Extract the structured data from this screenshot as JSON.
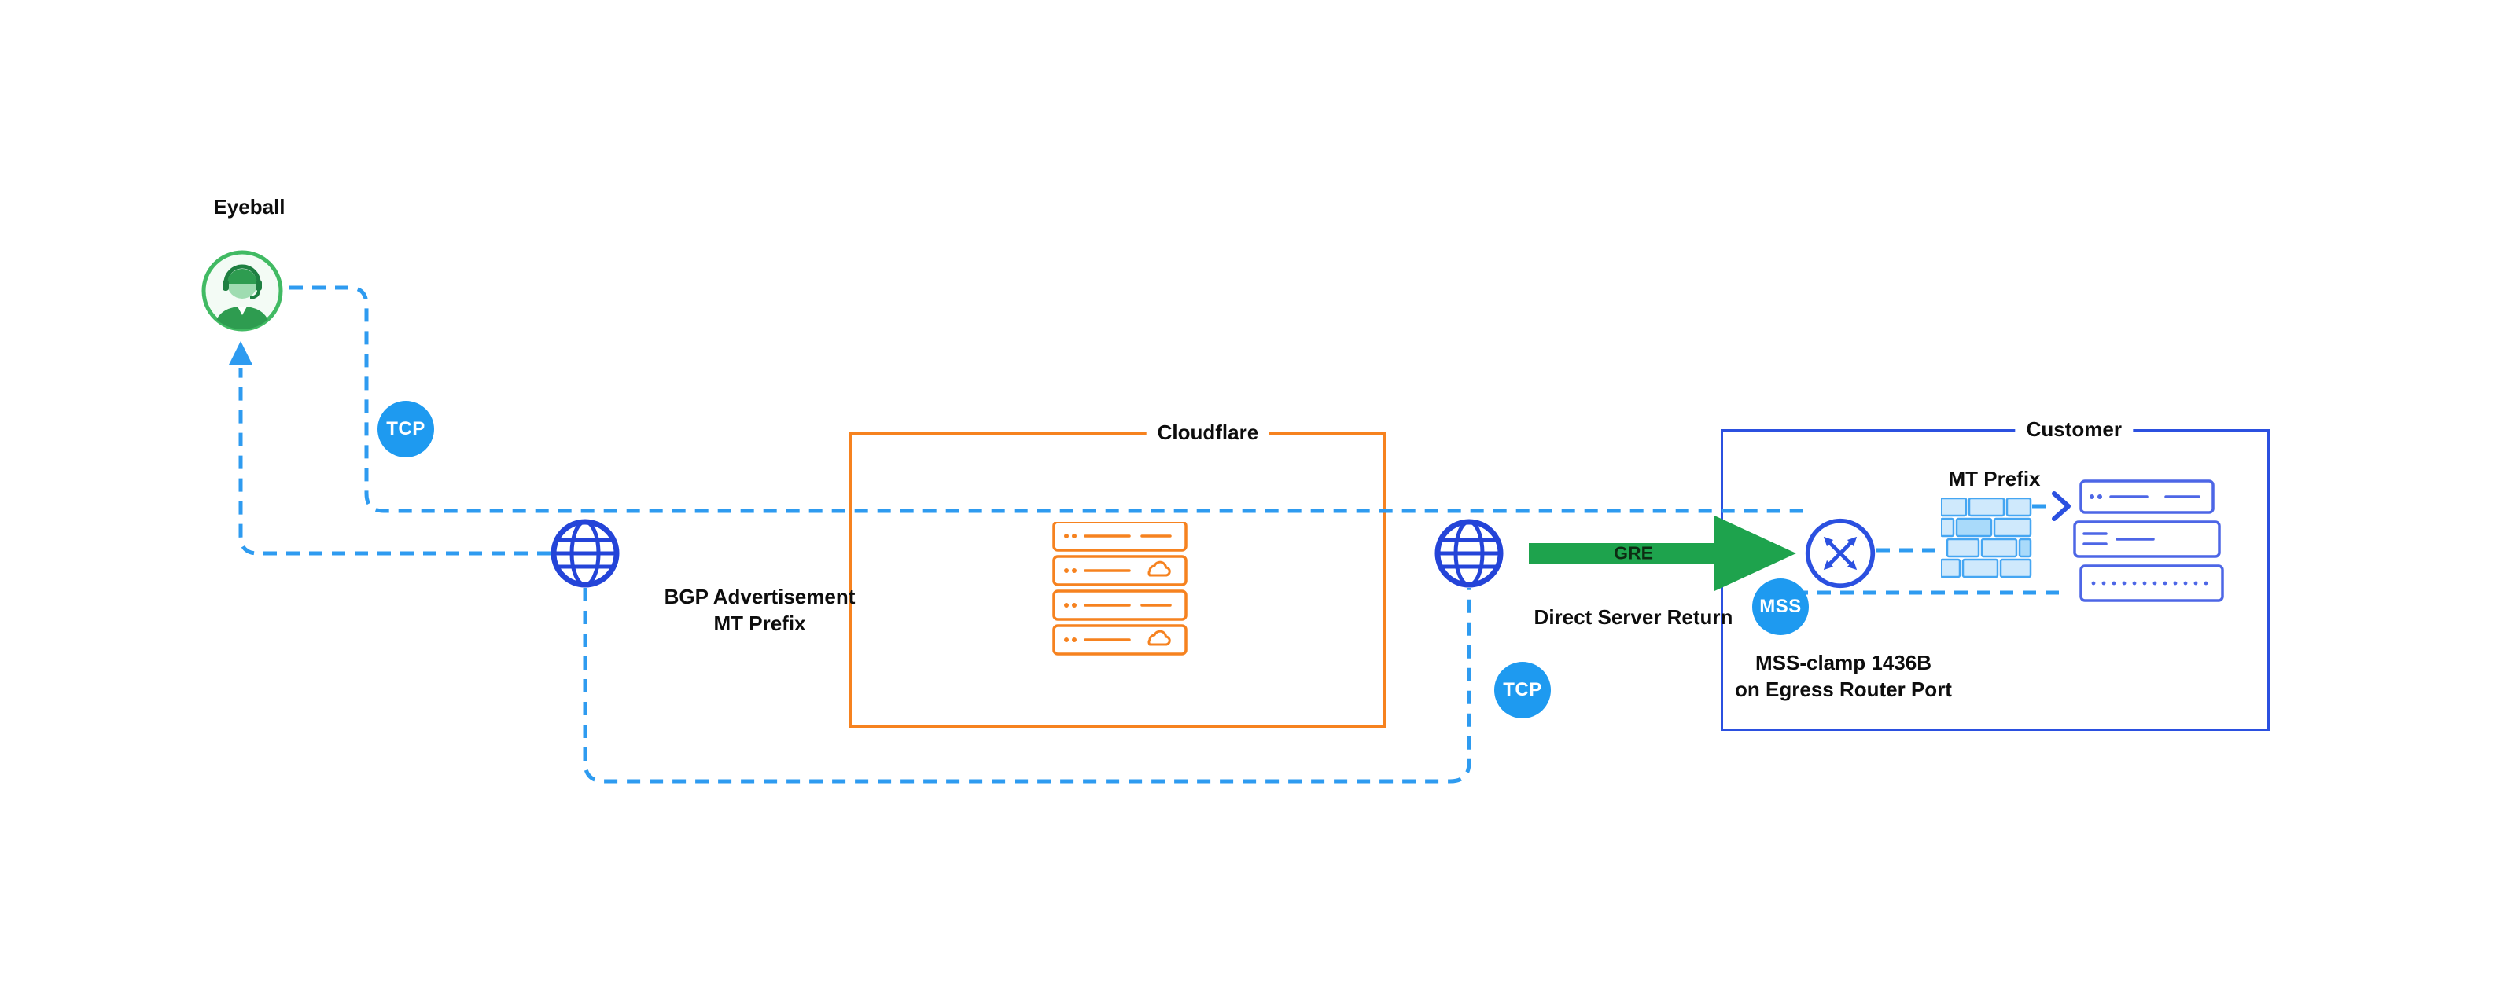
{
  "labels": {
    "eyeball": "Eyeball",
    "tcp_left": "TCP",
    "tcp_right": "TCP",
    "mss_badge": "MSS",
    "gre": "GRE",
    "bgp_line1": "BGP Advertisement",
    "bgp_line2": "MT Prefix",
    "cloudflare_box": "Cloudflare",
    "customer_box": "Customer",
    "customer_mt_prefix": "MT Prefix",
    "direct_server_return": "Direct Server Return",
    "mss_clamp_line1": "MSS-clamp 1436B",
    "mss_clamp_line2": "on Egress Router Port"
  },
  "icons": [
    "eyeball-person-icon",
    "globe-internet-icon",
    "cloudflare-server-stack-icon",
    "customer-server-stack-icon",
    "router-icon",
    "firewall-icon",
    "gre-arrow-icon",
    "up-arrowhead-icon",
    "right-chevron-arrow-icon"
  ],
  "colors": {
    "dash-blue": "#2E9BF0",
    "badge-blue": "#1E9AF0",
    "globe-blue": "#2444D8",
    "router-blue": "#2B50E0",
    "server-blue": "#4D66E6",
    "firewall-stroke": "#45A6F2",
    "firewall-fill": "#CFE9FC",
    "orange": "#F6821F",
    "green": "#1EA34D",
    "person-green": "#41BA63",
    "person-dark-green": "#2E9C50",
    "text": "#0D0D0D"
  }
}
